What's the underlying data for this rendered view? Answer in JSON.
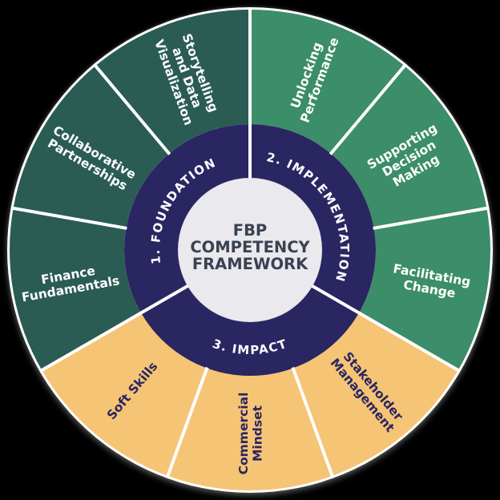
{
  "diagram_title": "FBP Competency Framework",
  "center": {
    "title_lines": [
      "FBP",
      "COMPETENCY",
      "FRAMEWORK"
    ],
    "bg_color": "#e9e9ee",
    "text_color": "#3a4150"
  },
  "colors": {
    "background": "#000000",
    "ring": "#2a2662",
    "ring_label": "#ffffff",
    "divider": "#ffffff"
  },
  "sections": [
    {
      "id": "foundation",
      "ring_label": "1. FOUNDATION",
      "segment_color": "#2a5c54",
      "label_color": "#ffffff",
      "segments": [
        {
          "name": "Finance Fundamentals",
          "lines": [
            "Finance",
            "Fundamentals"
          ]
        },
        {
          "name": "Collaborative Partnerships",
          "lines": [
            "Collaborative",
            "Partnerships"
          ]
        },
        {
          "name": "Storytelling and Data Visualization",
          "lines": [
            "Storytelling",
            "and Data",
            "Visualization"
          ]
        }
      ]
    },
    {
      "id": "implementation",
      "ring_label": "2. IMPLEMENTATION",
      "segment_color": "#3c8d69",
      "label_color": "#ffffff",
      "segments": [
        {
          "name": "Unlocking Performance",
          "lines": [
            "Unlocking",
            "Performance"
          ]
        },
        {
          "name": "Supporting Decision Making",
          "lines": [
            "Supporting",
            "Decision",
            "Making"
          ]
        },
        {
          "name": "Facilitating Change",
          "lines": [
            "Facilitating",
            "Change"
          ]
        }
      ]
    },
    {
      "id": "impact",
      "ring_label": "3. IMPACT",
      "segment_color": "#f6c475",
      "label_color": "#2a2662",
      "segments": [
        {
          "name": "Stakeholder Management",
          "lines": [
            "Stakeholder",
            "Management"
          ]
        },
        {
          "name": "Commercial Mindset",
          "lines": [
            "Commercial",
            "Mindset"
          ]
        },
        {
          "name": "Soft Skills",
          "lines": [
            "Soft Skills"
          ]
        }
      ]
    }
  ]
}
